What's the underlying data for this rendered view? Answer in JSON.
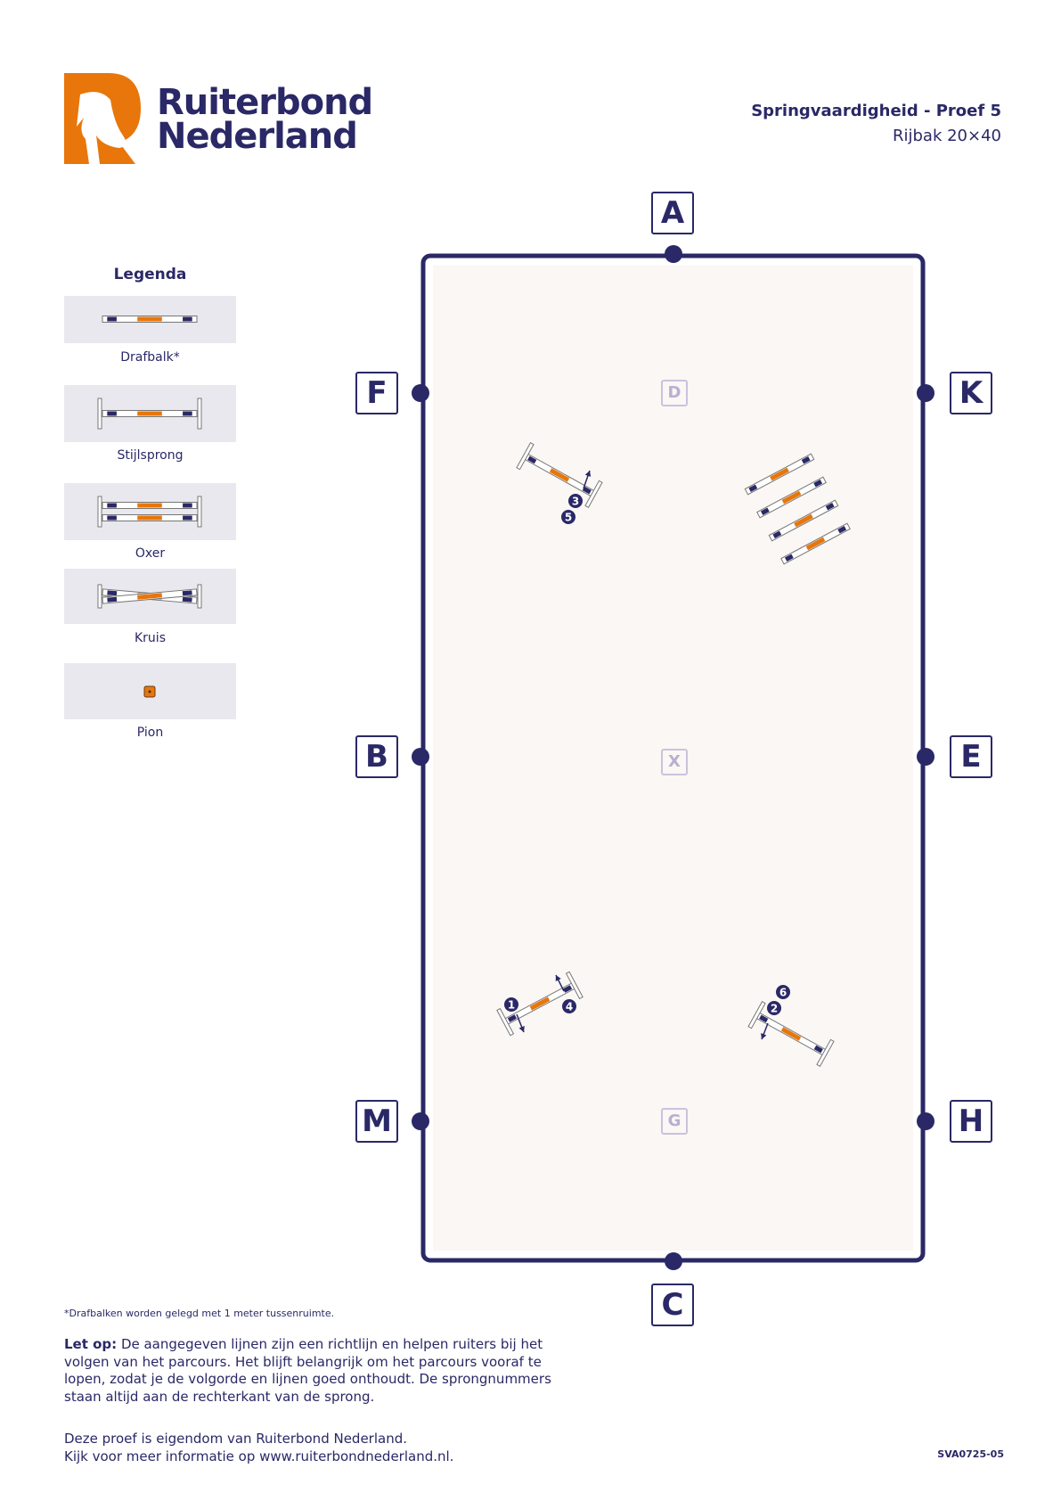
{
  "header": {
    "brand_line1": "Ruiterbond",
    "brand_line2": "Nederland",
    "title": "Springvaardigheid - Proef 5",
    "subtitle": "Rijbak 20×40"
  },
  "legend": {
    "title": "Legenda",
    "items": [
      {
        "label": "Drafbalk*",
        "icon": "trot-pole-icon"
      },
      {
        "label": "Stijlsprong",
        "icon": "vertical-jump-icon"
      },
      {
        "label": "Oxer",
        "icon": "oxer-icon"
      },
      {
        "label": "Kruis",
        "icon": "cross-jump-icon"
      },
      {
        "label": "Pion",
        "icon": "cone-icon"
      }
    ]
  },
  "arena": {
    "letters": {
      "A": "A",
      "C": "C",
      "F": "F",
      "K": "K",
      "B": "B",
      "E": "E",
      "M": "M",
      "H": "H"
    },
    "markers": {
      "D": "D",
      "X": "X",
      "G": "G"
    }
  },
  "jumps": [
    {
      "type": "stijlsprong",
      "numbers": [
        "3",
        "5"
      ]
    },
    {
      "type": "drafbalken",
      "count": 4
    },
    {
      "type": "stijlsprong",
      "numbers": [
        "1",
        "4"
      ]
    },
    {
      "type": "stijlsprong",
      "numbers": [
        "6",
        "2"
      ]
    }
  ],
  "footer": {
    "note": "*Drafbalken worden gelegd met 1 meter tussenruimte.",
    "letop_label": "Let op:",
    "letop_text": " De aangegeven lijnen zijn een richtlijn en helpen ruiters bij het volgen van het parcours. Het blijft belangrijk om het parcours vooraf te lopen, zodat je de volgorde en lijnen goed onthoudt. De sprongnummers staan altijd aan de rechterkant van de sprong.",
    "owner_line1": "Deze proef is eigendom van Ruiterbond Nederland.",
    "owner_line2": "Kijk voor meer informatie op www.ruiterbondnederland.nl.",
    "code": "SVA0725-05"
  },
  "colors": {
    "navy": "#2a2866",
    "orange": "#e8760a",
    "arena_fill": "#faf7f4",
    "legend_bg": "#e8e8ee"
  }
}
